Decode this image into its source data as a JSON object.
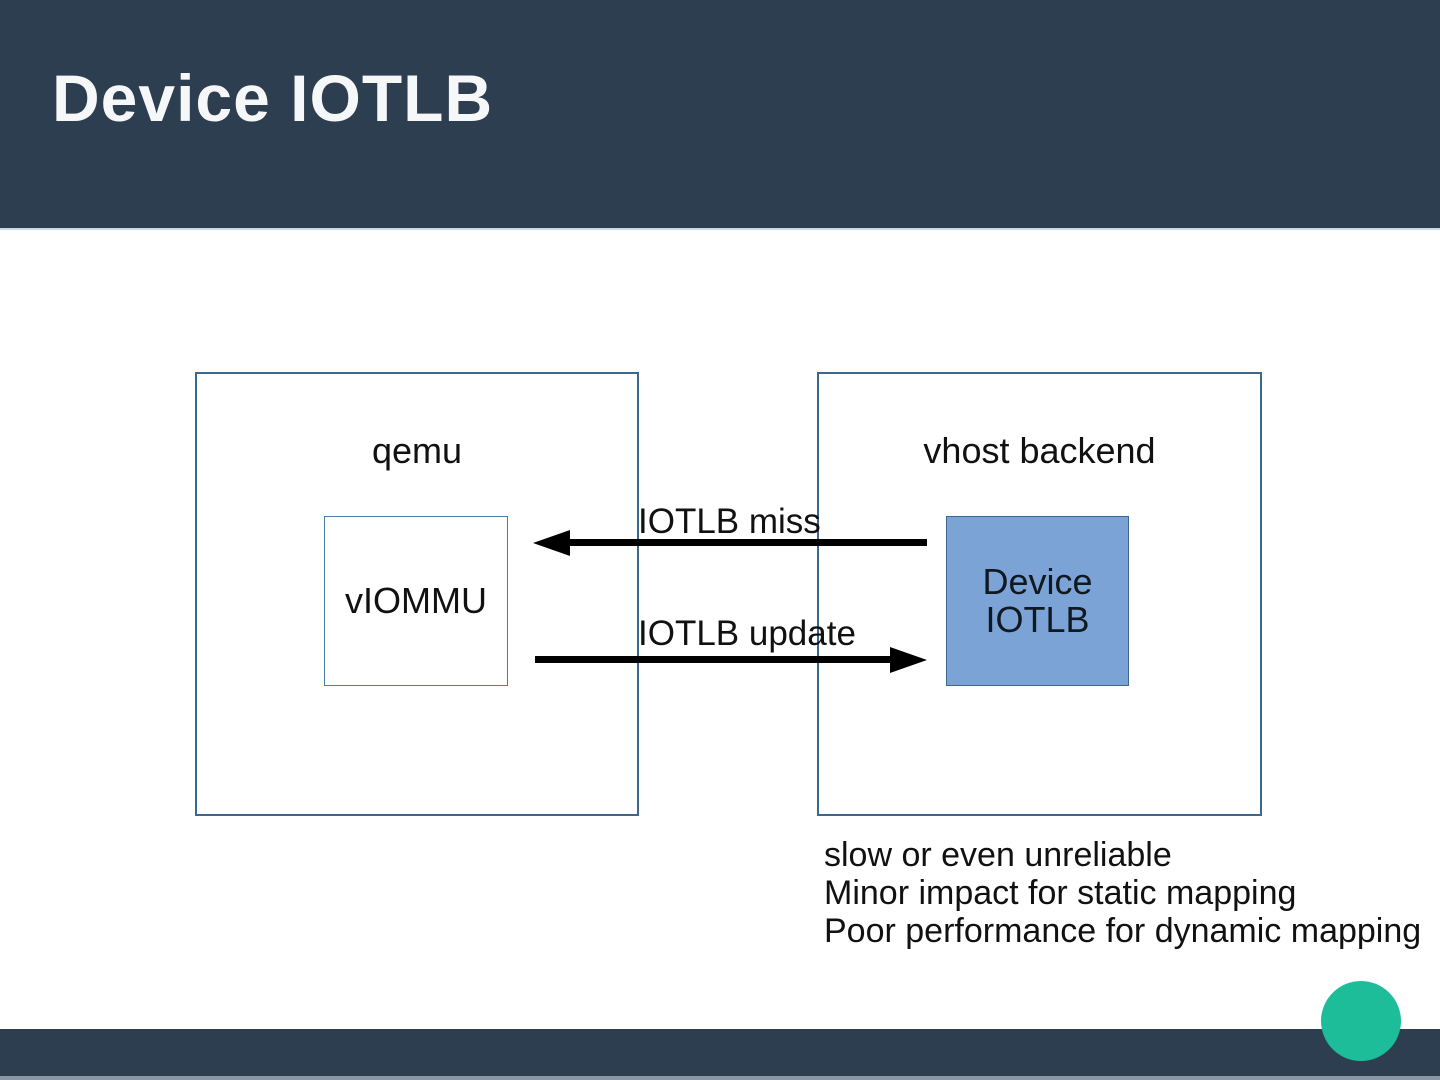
{
  "slide": {
    "title": "Device IOTLB",
    "diagram": {
      "qemu": {
        "label": "qemu",
        "inner_label": "vIOMMU"
      },
      "vhost": {
        "label": "vhost backend",
        "inner_label": "Device\nIOTLB"
      },
      "arrows": {
        "miss": {
          "label": "IOTLB miss",
          "direction": "right-to-left"
        },
        "update": {
          "label": "IOTLB update",
          "direction": "left-to-right"
        }
      }
    },
    "notes": [
      "slow or even unreliable",
      "Minor impact for static mapping",
      "Poor performance for dynamic mapping"
    ],
    "colors": {
      "header_bg": "#2d3e50",
      "footer_bg": "#2d3e50",
      "box_border": "#3b688f",
      "device_fill": "#7ba3d6",
      "accent_circle": "#1dbd99",
      "arrow": "#000000"
    }
  }
}
